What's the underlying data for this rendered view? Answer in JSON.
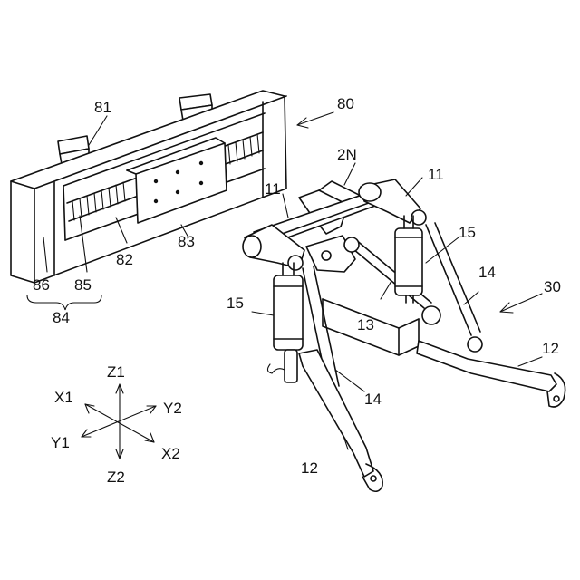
{
  "colors": {
    "ink": "#111111",
    "background": "#ffffff"
  },
  "labels": {
    "l81": "81",
    "l80": "80",
    "l2N": "2N",
    "l11a": "11",
    "l11b": "11",
    "l83": "83",
    "l82": "82",
    "l86": "86",
    "l85": "85",
    "l84": "84",
    "l15a": "15",
    "l15b": "15",
    "l14a": "14",
    "l14b": "14",
    "l13": "13",
    "l30": "30",
    "l12a": "12",
    "l12b": "12"
  },
  "axes": {
    "z1": "Z1",
    "z2": "Z2",
    "x1": "X1",
    "x2": "X2",
    "y1": "Y1",
    "y2": "Y2"
  }
}
